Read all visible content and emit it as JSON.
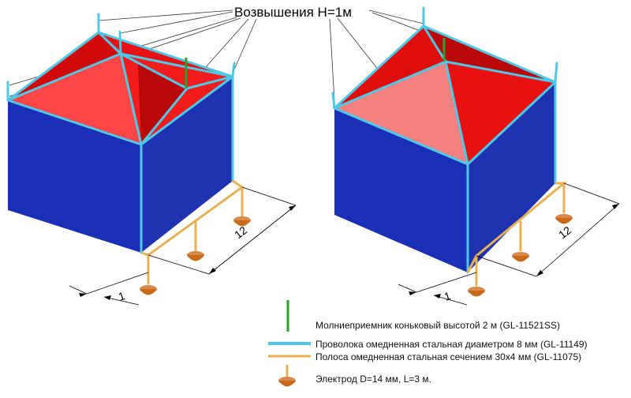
{
  "title": "Возвышения Н=1м",
  "dimensions": {
    "length": "12",
    "spacing": "1"
  },
  "legend": [
    {
      "icon": "air-terminal-icon",
      "color": "#2e9e2e",
      "label": "Молниеприемник коньковый  высотой 2 м  (GL-11521SS)"
    },
    {
      "icon": "wire-line-icon",
      "color": "#4fc8e8",
      "label": "Проволока омедненная стальная диаметром 8 мм  (GL-11149)"
    },
    {
      "icon": "strip-line-icon",
      "color": "#e8b055",
      "label": "Полоса омедненная стальная сечением 30х4 мм  (GL-11075)"
    },
    {
      "icon": "electrode-icon",
      "color": "#c86a1a",
      "label": "Электрод D=14 мм, L=3 м."
    }
  ],
  "colors": {
    "wall_front": "#1a2fb8",
    "wall_side": "#1f33b0",
    "roof_light": "#ff4545",
    "roof_mid": "#e81010",
    "roof_dark": "#b80808",
    "roof_pink": "#f58080",
    "wire": "#4fc8e8",
    "strip": "#e8b055",
    "electrode": "#c86a1a",
    "air_terminal": "#2e9e2e"
  }
}
